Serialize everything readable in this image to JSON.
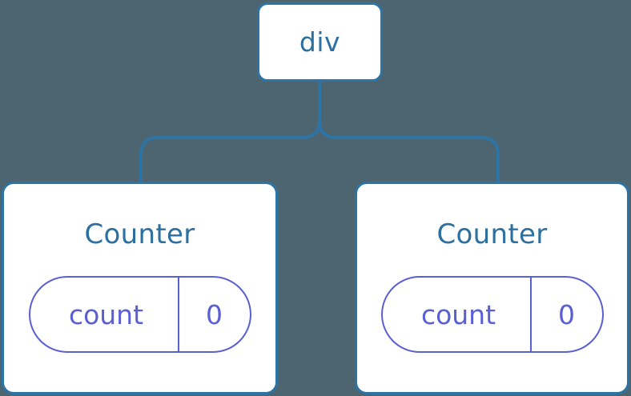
{
  "diagram": {
    "type": "component-tree",
    "background_color": "#4c6570",
    "node_border_color": "#2d74a5",
    "node_fill_color": "#ffffff",
    "node_text_color": "#2d6f9e",
    "state_color": "#5b5fd4",
    "connector_color": "#2d74a5",
    "root": {
      "label": "div"
    },
    "children": [
      {
        "label": "Counter",
        "state": {
          "key": "count",
          "value": "0"
        }
      },
      {
        "label": "Counter",
        "state": {
          "key": "count",
          "value": "0"
        }
      }
    ]
  }
}
